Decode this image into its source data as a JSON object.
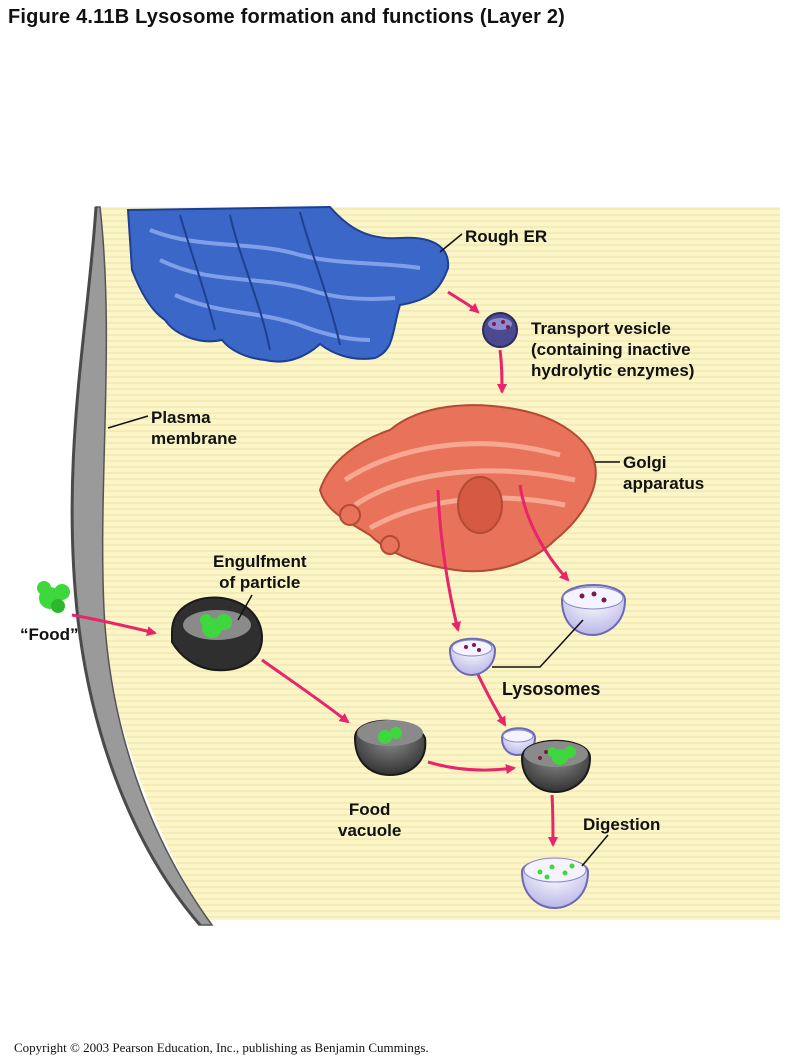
{
  "title": "Figure 4.11B  Lysosome formation and functions (Layer 2)",
  "labels": {
    "rough_er": "Rough ER",
    "transport_vesicle": [
      "Transport vesicle",
      "(containing inactive",
      "hydrolytic enzymes)"
    ],
    "plasma_membrane": [
      "Plasma",
      "membrane"
    ],
    "golgi": [
      "Golgi",
      "apparatus"
    ],
    "engulfment": [
      "Engulfment",
      "of particle"
    ],
    "food": "“Food”",
    "lysosomes": "Lysosomes",
    "food_vacuole": [
      "Food",
      "vacuole"
    ],
    "digestion": "Digestion"
  },
  "copyright": "Copyright © 2003 Pearson Education, Inc., publishing as Benjamin Cummings.",
  "colors": {
    "cytoplasm": "#fbf5c8",
    "membrane": "#6b6b6b",
    "rough_er": "#3a67c8",
    "golgi": "#e8735a",
    "lysosome": "#e6e4f8",
    "food": "#3ed83e",
    "arrow": "#e8246a"
  }
}
